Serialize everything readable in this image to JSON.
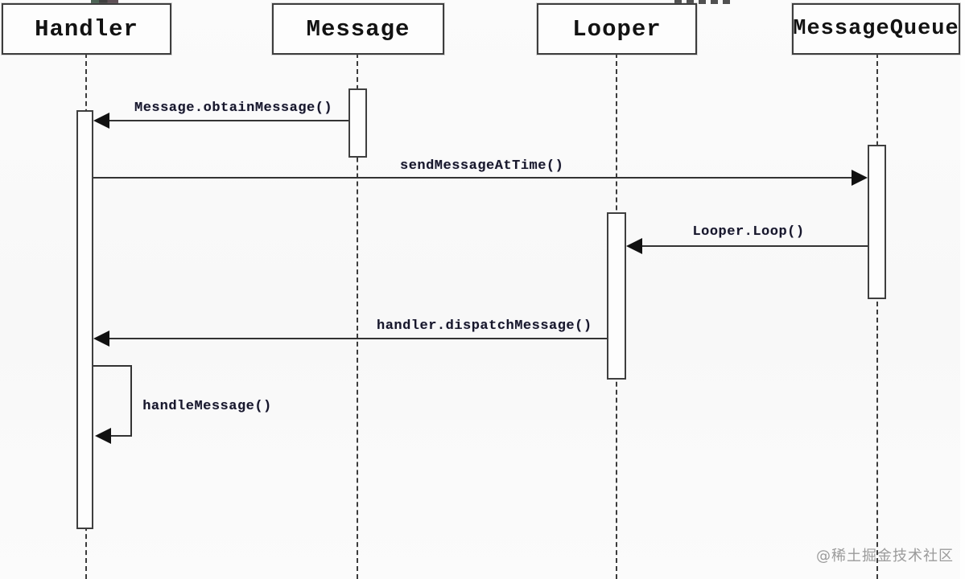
{
  "diagram": {
    "participants": [
      {
        "name": "Handler"
      },
      {
        "name": "Message"
      },
      {
        "name": "Looper"
      },
      {
        "name": "MessageQueue"
      }
    ],
    "messages": [
      {
        "label": "Message.obtainMessage()",
        "from": "Message",
        "to": "Handler"
      },
      {
        "label": "sendMessageAtTime()",
        "from": "Handler",
        "to": "MessageQueue"
      },
      {
        "label": "Looper.Loop()",
        "from": "MessageQueue",
        "to": "Looper"
      },
      {
        "label": "handler.dispatchMessage()",
        "from": "Looper",
        "to": "Handler"
      },
      {
        "label": "handleMessage()",
        "from": "Handler",
        "to": "Handler"
      }
    ],
    "watermark": "@稀土掘金技术社区",
    "colors": {
      "line": "#333333",
      "box_border": "#3d3d3d",
      "text": "#121212",
      "label_text": "#17172a",
      "watermark": "#9b9b9b",
      "background": "#fafafa"
    }
  }
}
